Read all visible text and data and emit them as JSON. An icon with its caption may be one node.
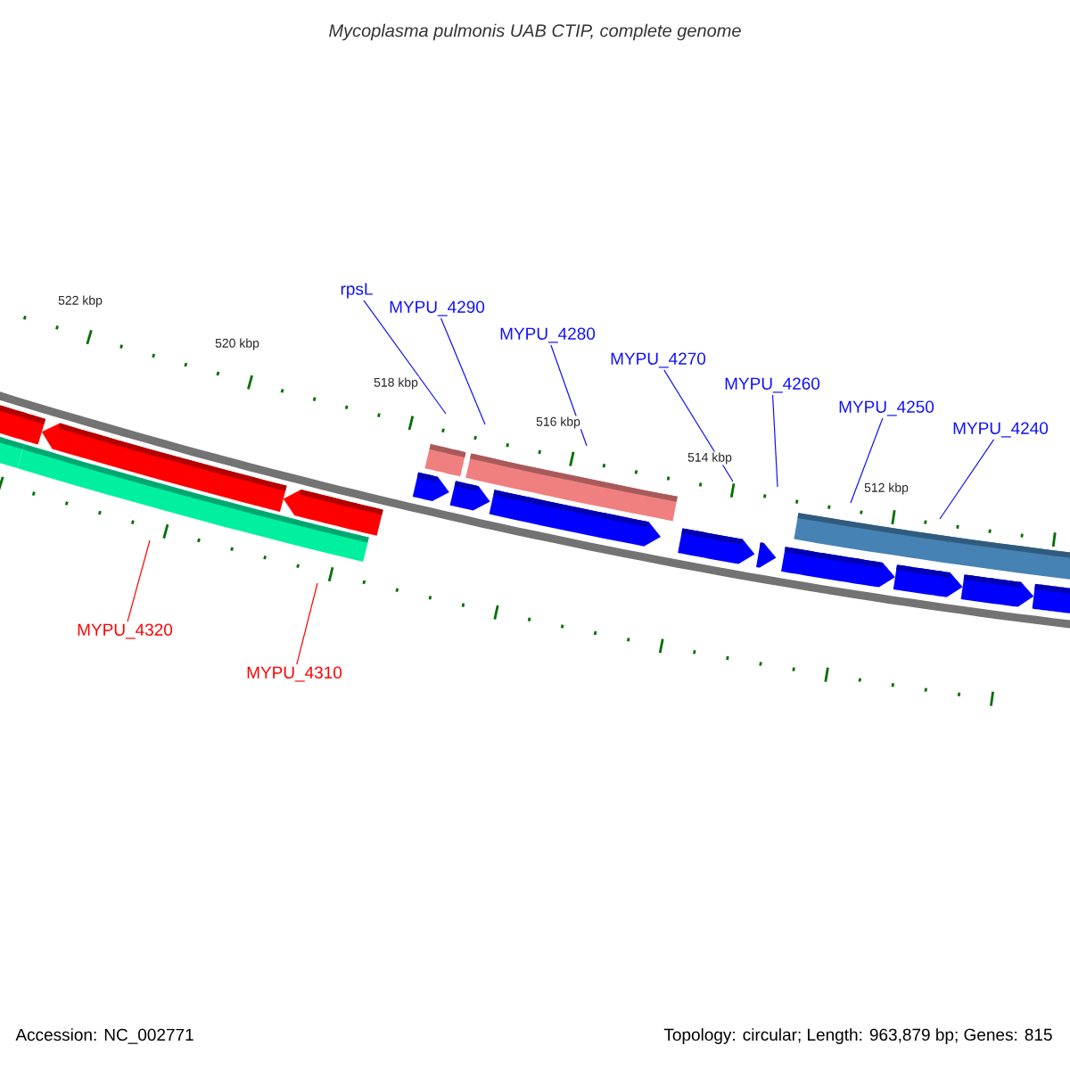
{
  "diagram": {
    "title": "Mycoplasma pulmonis UAB CTIP, complete genome",
    "nodes": [
      {
        "text": [
          "rpsL"
        ]
      },
      {
        "text": [
          "MYPU_4290"
        ]
      },
      {
        "text": [
          "MYPU_4280"
        ]
      },
      {
        "text": [
          "MYPU_4270"
        ]
      },
      {
        "text": [
          "MYPU_4260"
        ]
      },
      {
        "text": [
          "MYPU_4250"
        ]
      },
      {
        "text": [
          "MYPU_4240"
        ]
      },
      {
        "text": [
          "MYPU_4320"
        ]
      },
      {
        "text": [
          "MYPU_4310"
        ]
      }
    ],
    "edges": [
      {
        "from": 0,
        "to": null,
        "arrow": "none"
      },
      {
        "from": 1,
        "to": null,
        "arrow": "none"
      },
      {
        "from": 2,
        "to": null,
        "arrow": "none"
      },
      {
        "from": 3,
        "to": null,
        "arrow": "none"
      },
      {
        "from": 4,
        "to": null,
        "arrow": "none"
      },
      {
        "from": 5,
        "to": null,
        "arrow": "none"
      },
      {
        "from": 6,
        "to": null,
        "arrow": "none"
      },
      {
        "from": 7,
        "to": null,
        "arrow": "none",
        "color": "#ff0000"
      },
      {
        "from": 8,
        "to": null,
        "arrow": "none",
        "color": "#ff0000"
      }
    ],
    "labels": [
      "522 kbp",
      "520 kbp",
      "518 kbp",
      "516 kbp",
      "514 kbp",
      "512 kbp",
      "Accession: NC_002771",
      "Topology: circular; Length: 963,879 bp; Genes: 815"
    ]
  }
}
